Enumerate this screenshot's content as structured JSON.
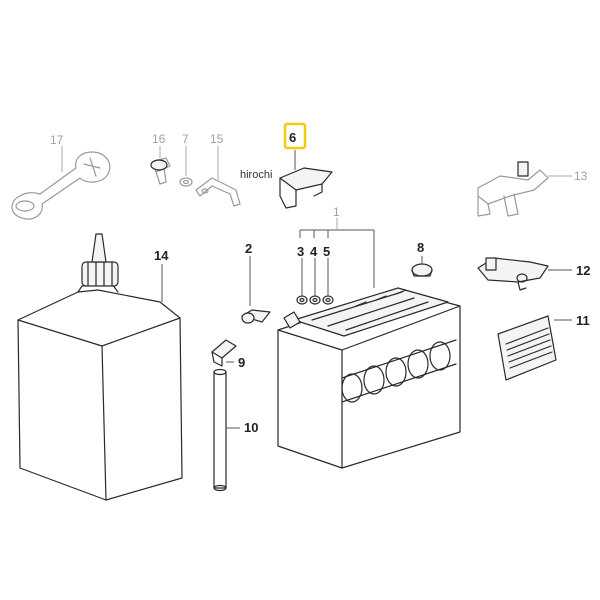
{
  "watermark": "hirochi",
  "highlight_color": "#f2cc0c",
  "callouts": {
    "p1": "1",
    "p2": "2",
    "p3": "3",
    "p4": "4",
    "p5": "5",
    "p6": "6",
    "p7": "7",
    "p8": "8",
    "p9": "9",
    "p10": "10",
    "p11": "11",
    "p12": "12",
    "p13": "13",
    "p14": "14",
    "p15": "15",
    "p16": "16",
    "p17": "17"
  }
}
